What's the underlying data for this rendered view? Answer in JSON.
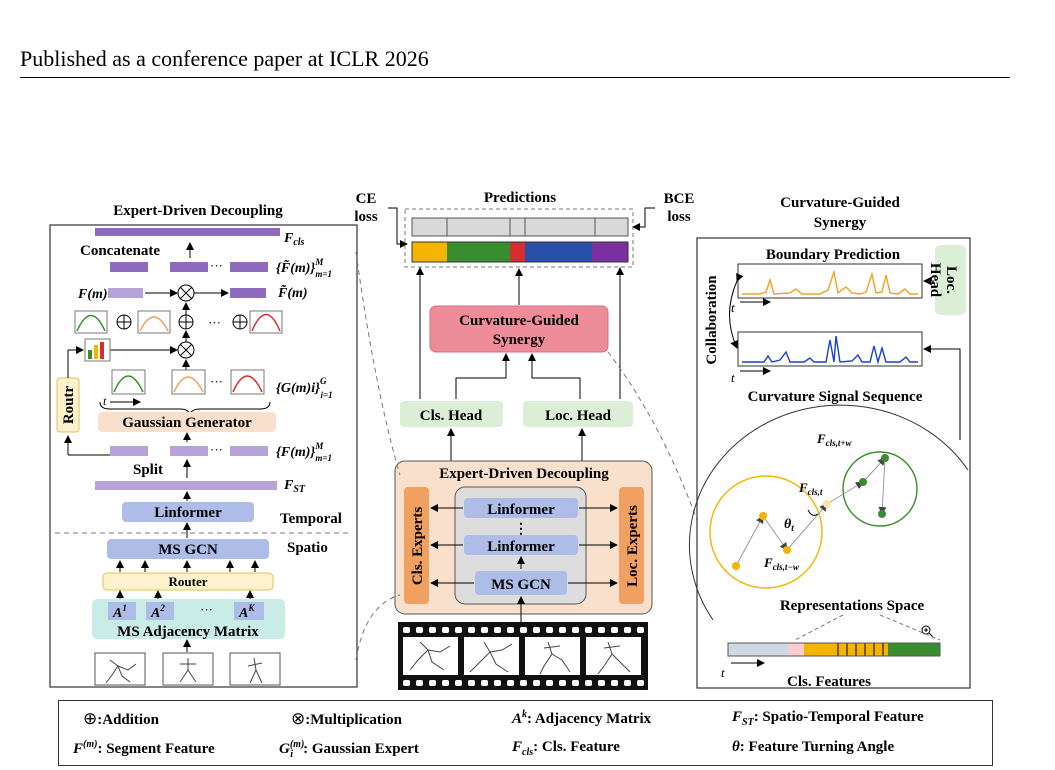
{
  "header": {
    "text": "Published as a conference paper at ICLR 2026"
  },
  "left_panel": {
    "title": "Expert-Driven Decoupling",
    "concatenate": "Concatenate",
    "f_cls": "F",
    "f_cls_sub": "cls",
    "f_tilde_set": "{F̃(m)}",
    "f_tilde_sup": "M",
    "f_tilde_sub": "m=1",
    "f_m": "F(m)",
    "f_tilde_m": "F̃(m)",
    "g_set": "{G(m)i}",
    "g_sup": "G",
    "g_sub": "i=1",
    "routr": "Routr",
    "gaussian_generator": "Gaussian Generator",
    "f_set": "{F(m)}",
    "f_set_sup": "M",
    "f_set_sub": "m=1",
    "split": "Split",
    "f_st": "F",
    "f_st_sub": "ST",
    "linformer": "Linformer",
    "temporal": "Temporal",
    "spatio": "Spatio",
    "ms_gcn": "MS GCN",
    "router": "Router",
    "adj_a1": "A",
    "adj_a1_sup": "1",
    "adj_a2": "A",
    "adj_a2_sup": "2",
    "adj_ak": "A",
    "adj_ak_sup": "K",
    "ellipsis": "···",
    "adjacency_matrix": "MS Adjacency Matrix",
    "t_label": "t"
  },
  "middle_panel": {
    "predictions": "Predictions",
    "ce_loss": [
      "CE",
      "loss"
    ],
    "bce_loss": [
      "BCE",
      "loss"
    ],
    "synergy": [
      "Curvature-Guided",
      "Synergy"
    ],
    "cls_head": "Cls. Head",
    "loc_head": "Loc. Head",
    "edd_title": "Expert-Driven Decoupling",
    "cls_experts": "Cls. Experts",
    "loc_experts": "Loc. Experts",
    "linformer": "Linformer",
    "ms_gcn": "MS GCN",
    "vdots": "⋮",
    "prediction_colors": [
      "#f4b400",
      "#3a8d2f",
      "#d32f2f",
      "#2a4fa8",
      "#7b2fa0"
    ]
  },
  "right_panel": {
    "title": [
      "Curvature-Guided",
      "Synergy"
    ],
    "boundary_prediction": "Boundary Prediction",
    "loc_head": [
      "Loc.",
      "Head"
    ],
    "collaboration": "Collaboration",
    "curvature_signal": "Curvature Signal Sequence",
    "f_cls_t_w_plus": "F",
    "f_cls_t_w_plus_sub": "cls,t+w",
    "f_cls_t": "F",
    "f_cls_t_sub": "cls,t",
    "theta_t": "θ",
    "theta_sub": "t",
    "f_cls_t_w_minus": "F",
    "f_cls_t_w_minus_sub": "cls,t−w",
    "representations_space": "Representations Space",
    "cls_features": "Cls. Features",
    "t_label": "t",
    "zoom_icon": "zoom-in-icon"
  },
  "legend": {
    "addition": ":Addition",
    "multiplication": ":Multiplication",
    "adjacency": ": Adjacency Matrix",
    "adjacency_sym": "A",
    "adjacency_sup": "k",
    "spatio_temporal": ": Spatio-Temporal Feature",
    "st_sym": "F",
    "st_sub": "ST",
    "segment": ": Segment Feature",
    "segment_sym": "F",
    "segment_sup": "(m)",
    "gaussian": ": Gaussian Expert",
    "gaussian_sym": "G",
    "gaussian_sup": "(m)",
    "gaussian_sub": "i",
    "cls_feature": ": Cls. Feature",
    "cls_sym": "F",
    "cls_sub": "cls",
    "turning": ": Feature Turning Angle",
    "theta_sym": "θ"
  }
}
